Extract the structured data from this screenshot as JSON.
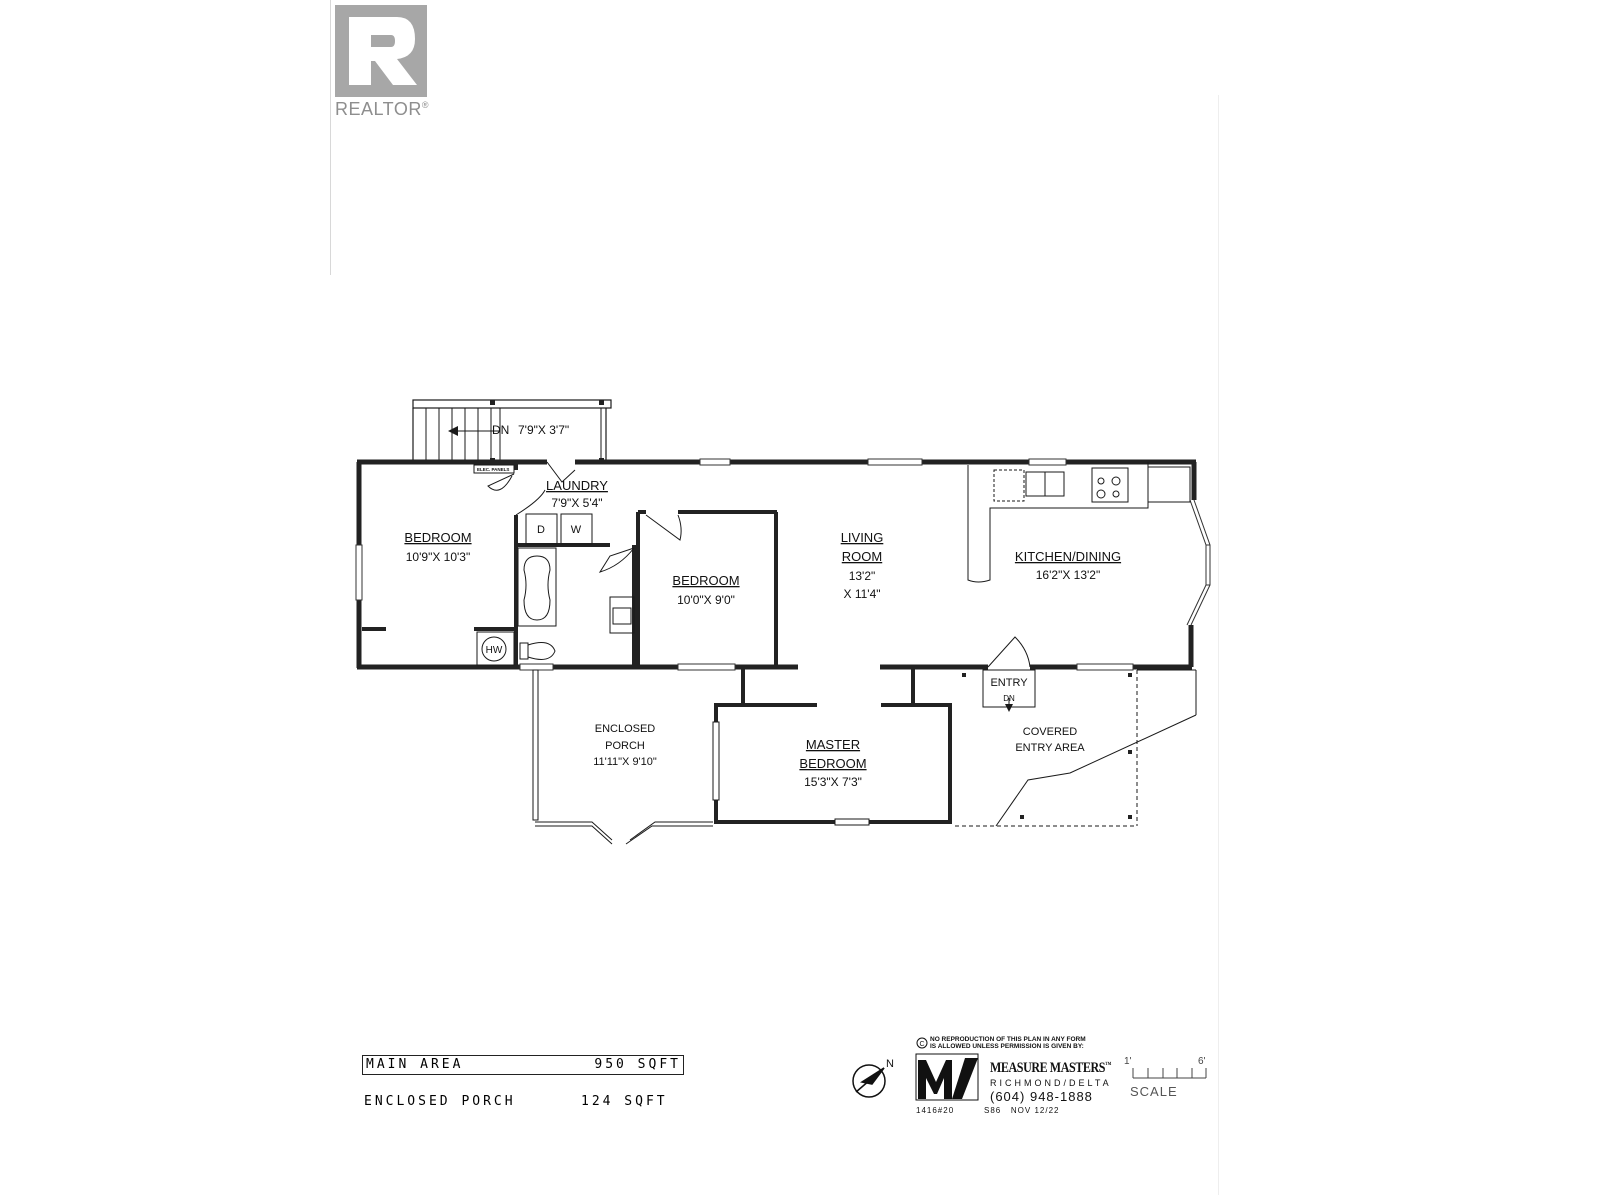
{
  "logo": {
    "name": "REALTOR",
    "registered": "®",
    "color": "#a7a7a7"
  },
  "plan": {
    "rooms": [
      {
        "id": "deck",
        "label": "",
        "dims": "7'9\"X 3'7\"",
        "stairs_label": "DN"
      },
      {
        "id": "elec-panel",
        "label": "ELEC. PANELS"
      },
      {
        "id": "laundry",
        "label": "LAUNDRY",
        "dims": "7'9\"X 5'4\""
      },
      {
        "id": "dryer",
        "label": "D"
      },
      {
        "id": "washer",
        "label": "W"
      },
      {
        "id": "bedroom-1",
        "label": "BEDROOM",
        "dims": "10'9\"X 10'3\""
      },
      {
        "id": "hot-water",
        "label": "HW"
      },
      {
        "id": "bedroom-2",
        "label": "BEDROOM",
        "dims": "10'0\"X 9'0\""
      },
      {
        "id": "living-room",
        "label_line1": "LIVING",
        "label_line2": "ROOM",
        "dims_line1": "13'2\"",
        "dims_line2": "X 11'4\""
      },
      {
        "id": "kitchen-dining",
        "label": "KITCHEN/DINING",
        "dims": "16'2\"X 13'2\""
      },
      {
        "id": "entry",
        "label": "ENTRY",
        "stairs_label": "DN"
      },
      {
        "id": "covered-entry",
        "label_line1": "COVERED",
        "label_line2": "ENTRY AREA"
      },
      {
        "id": "enclosed-porch",
        "label_line1": "ENCLOSED",
        "label_line2": "PORCH",
        "dims": "11'11\"X 9'10\""
      },
      {
        "id": "master-bedroom",
        "label_line1": "MASTER",
        "label_line2": "BEDROOM",
        "dims": "15'3\"X 7'3\""
      }
    ]
  },
  "areas": {
    "main_label": "MAIN AREA",
    "main_value": "950 SQFT",
    "porch_label": "ENCLOSED PORCH",
    "porch_value": "124 SQFT"
  },
  "footer": {
    "north_label": "N",
    "copyright_line1": "NO REPRODUCTION OF THIS PLAN IN ANY FORM",
    "copyright_line2": "IS ALLOWED UNLESS PERMISSION IS GIVEN BY:",
    "brand": "MEASURE MASTERS",
    "trademark": "™",
    "city": "RICHMOND/DELTA",
    "phone": "(604) 948-1888",
    "job_code": "1416#20",
    "agent_code": "S86",
    "date": "NOV 12/22",
    "scale_start": "1'",
    "scale_end": "6'",
    "scale_label": "SCALE"
  }
}
